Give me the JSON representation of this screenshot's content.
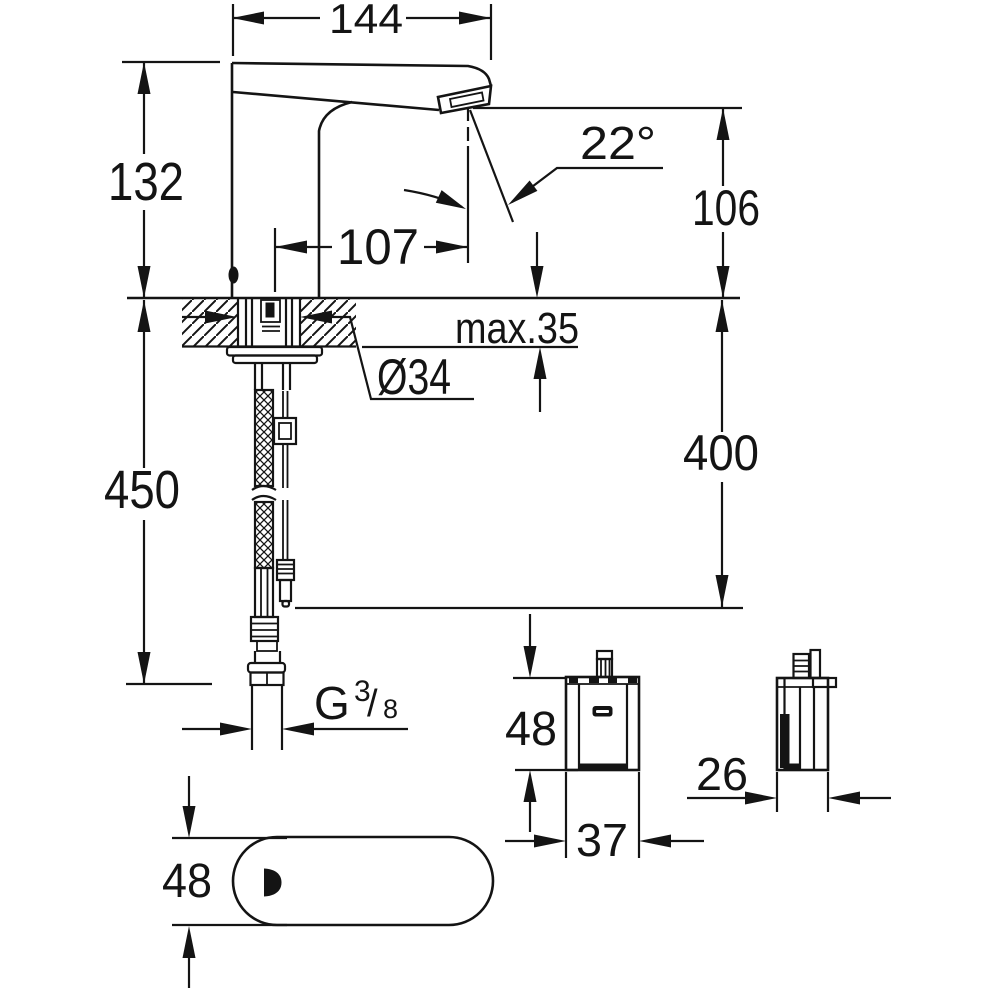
{
  "labels": {
    "spout_projection": "144",
    "body_height": "132",
    "spout_reach": "107",
    "stream_angle": "22°",
    "outlet_height": "106",
    "deck_thickness_max": "max.35",
    "hole_diameter": "Ø34",
    "connection_length": "400",
    "hose_length": "450",
    "thread": {
      "prefix": "G",
      "numerator": "3",
      "slash": "/",
      "denominator": "8"
    },
    "base_depth": "48",
    "control_box": {
      "height": "48",
      "width": "37",
      "depth": "26"
    }
  },
  "colors": {
    "background": "#ffffff",
    "line": "#141414"
  }
}
